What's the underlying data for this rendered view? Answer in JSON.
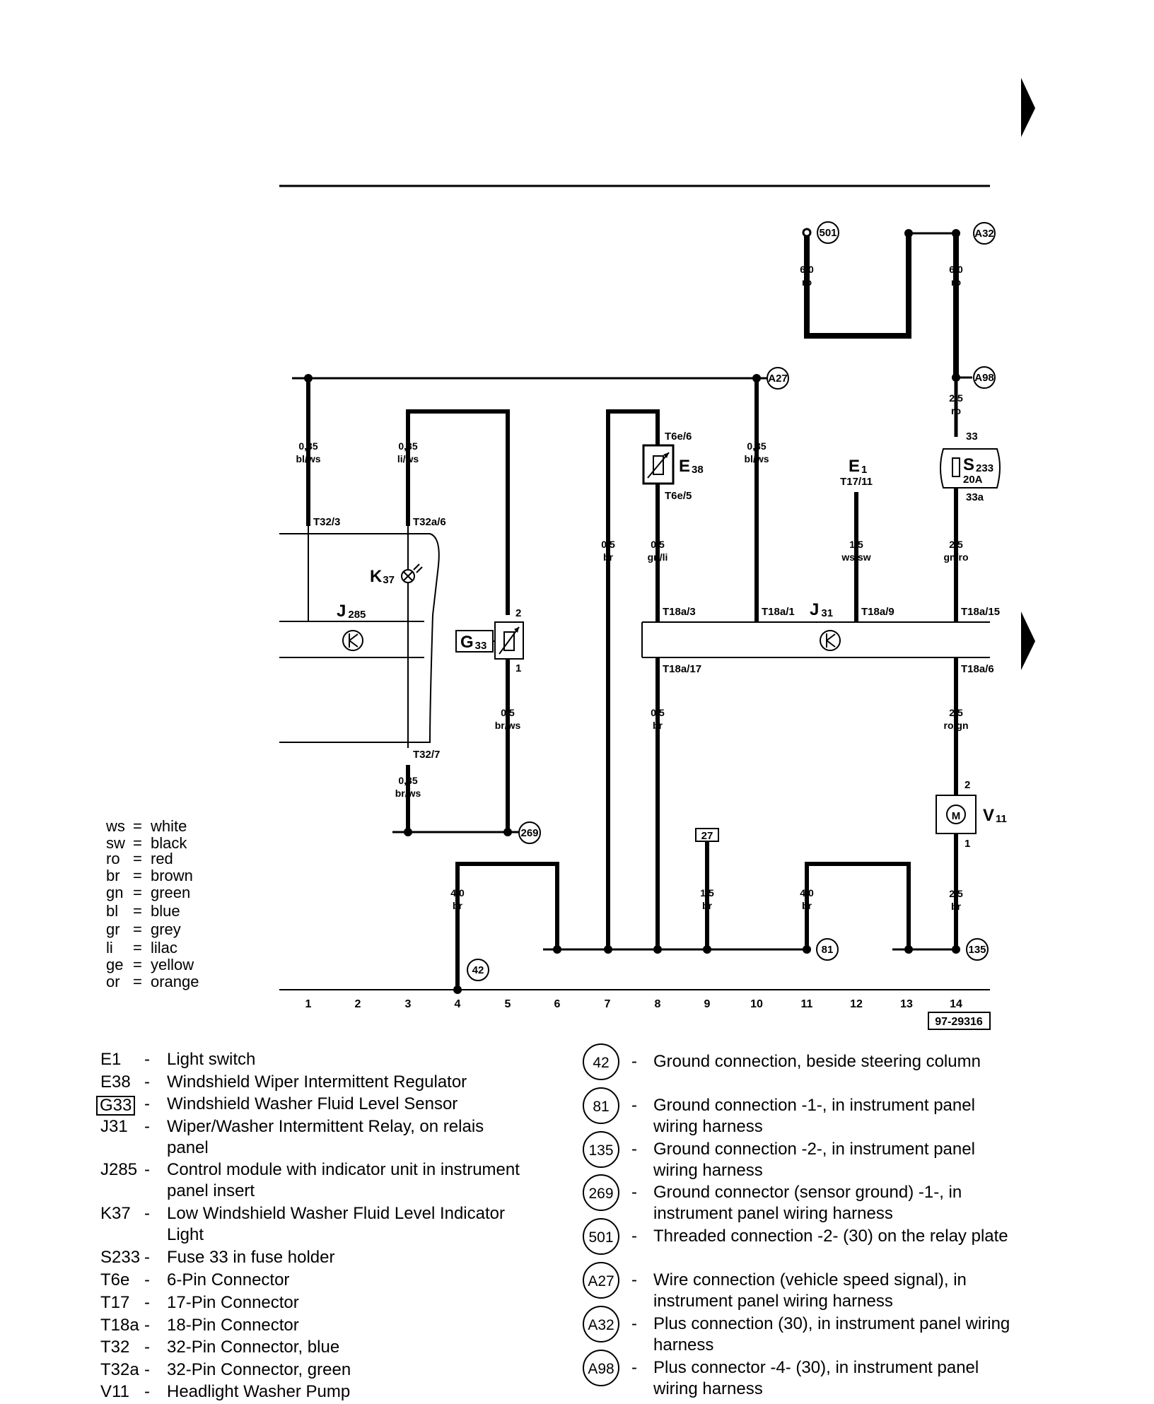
{
  "wires": {
    "w501": {
      "size": "6,0",
      "color": "ro"
    },
    "wA32": {
      "size": "6,0",
      "color": "ro"
    },
    "wA98": {
      "size": "2,5",
      "color": "ro"
    },
    "w1": {
      "size": "0,35",
      "color": "bl/ws"
    },
    "w3": {
      "size": "0,35",
      "color": "li/ws"
    },
    "w10": {
      "size": "0,35",
      "color": "bl/ws"
    },
    "w7": {
      "size": "0,5",
      "color": "br"
    },
    "w8top": {
      "size": "0,5",
      "color": "gn/li"
    },
    "w12": {
      "size": "1,5",
      "color": "ws/sw"
    },
    "w14top": {
      "size": "2,5",
      "color": "gn/ro"
    },
    "w5": {
      "size": "0,5",
      "color": "br/ws"
    },
    "w8bot": {
      "size": "0,5",
      "color": "br"
    },
    "w14mid": {
      "size": "2,5",
      "color": "ro/gn"
    },
    "w3bot": {
      "size": "0,35",
      "color": "br/ws"
    },
    "w4": {
      "size": "4,0",
      "color": "br"
    },
    "w9": {
      "size": "1,5",
      "color": "br"
    },
    "w11": {
      "size": "4,0",
      "color": "br"
    },
    "w14bot": {
      "size": "2,5",
      "color": "br"
    }
  },
  "pins": {
    "t32_3": "T32/3",
    "t32a_6": "T32a/6",
    "t32_7": "T32/7",
    "t6e_6": "T6e/6",
    "t6e_5": "T6e/5",
    "t18a_3": "T18a/3",
    "t18a_1": "T18a/1",
    "t18a_9": "T18a/9",
    "t18a_15": "T18a/15",
    "t18a_17": "T18a/17",
    "t18a_6": "T18a/6",
    "t17_11": "T17/11",
    "s233_in": "33",
    "s233_out": "33a",
    "g33_top": "2",
    "g33_bot": "1",
    "v11_top": "2",
    "v11_bot": "1"
  },
  "components": {
    "j285": {
      "letter": "J",
      "sub": "285"
    },
    "k37": {
      "letter": "K",
      "sub": "37"
    },
    "e38": {
      "letter": "E",
      "sub": "38"
    },
    "e1": {
      "letter": "E",
      "sub": "1"
    },
    "s233": {
      "letter": "S",
      "sub": "233",
      "rating": "20A"
    },
    "g33": {
      "letter": "G",
      "sub": "33"
    },
    "j31": {
      "letter": "J",
      "sub": "31"
    },
    "v11": {
      "letter": "V",
      "sub": "11",
      "symbol": "M"
    }
  },
  "ground_markers": {
    "g501": "501",
    "gA32": "A32",
    "gA27": "A27",
    "gA98": "A98",
    "g269": "269",
    "g42": "42",
    "g81": "81",
    "g135": "135",
    "ref27": "27"
  },
  "columns": [
    "1",
    "2",
    "3",
    "4",
    "5",
    "6",
    "7",
    "8",
    "9",
    "10",
    "11",
    "12",
    "13",
    "14"
  ],
  "figure_ref": "97-29316",
  "color_legend": [
    {
      "code": "ws",
      "eq": "=",
      "name": "white"
    },
    {
      "code": "sw",
      "eq": "=",
      "name": "black"
    },
    {
      "code": "ro",
      "eq": "=",
      "name": "red"
    },
    {
      "code": "br",
      "eq": "=",
      "name": "brown"
    },
    {
      "code": "gn",
      "eq": "=",
      "name": "green"
    },
    {
      "code": "bl",
      "eq": "=",
      "name": "blue"
    },
    {
      "code": "gr",
      "eq": "=",
      "name": "grey"
    },
    {
      "code": "li",
      "eq": "=",
      "name": "lilac"
    },
    {
      "code": "ge",
      "eq": "=",
      "name": "yellow"
    },
    {
      "code": "or",
      "eq": "=",
      "name": "orange"
    }
  ],
  "component_legend": [
    {
      "code": "E1",
      "dash": "-",
      "desc": "Light switch"
    },
    {
      "code": "E38",
      "dash": "-",
      "desc": "Windshield Wiper Intermittent Regulator"
    },
    {
      "code": "G33",
      "dash": "-",
      "desc": "Windshield Washer Fluid Level Sensor"
    },
    {
      "code": "J31",
      "dash": "-",
      "desc": "Wiper/Washer Intermittent Relay, on relais panel"
    },
    {
      "code": "J285",
      "dash": "-",
      "desc": "Control module with indicator unit in instrument panel insert"
    },
    {
      "code": "K37",
      "dash": "-",
      "desc": "Low Windshield Washer Fluid Level Indicator Light"
    },
    {
      "code": "S233",
      "dash": "-",
      "desc": "Fuse 33 in fuse holder"
    },
    {
      "code": "T6e",
      "dash": "-",
      "desc": "6-Pin Connector"
    },
    {
      "code": "T17",
      "dash": "-",
      "desc": "17-Pin Connector"
    },
    {
      "code": "T18a",
      "dash": "-",
      "desc": "18-Pin Connector"
    },
    {
      "code": "T32",
      "dash": "-",
      "desc": "32-Pin Connector, blue"
    },
    {
      "code": "T32a",
      "dash": "-",
      "desc": "32-Pin Connector, green"
    },
    {
      "code": "V11",
      "dash": "-",
      "desc": "Headlight Washer Pump"
    }
  ],
  "ground_legend": [
    {
      "code": "42",
      "dash": "-",
      "desc": "Ground connection, beside steering column"
    },
    {
      "code": "81",
      "dash": "-",
      "desc": "Ground connection -1-, in instrument panel wiring harness"
    },
    {
      "code": "135",
      "dash": "-",
      "desc": "Ground connection -2-, in instrument panel wiring harness"
    },
    {
      "code": "269",
      "dash": "-",
      "desc": "Ground connector (sensor ground) -1-, in instrument panel wiring harness"
    },
    {
      "code": "501",
      "dash": "-",
      "desc": "Threaded connection -2- (30) on the relay plate"
    },
    {
      "code": "A27",
      "dash": "-",
      "desc": "Wire connection (vehicle speed signal), in instrument panel wiring harness"
    },
    {
      "code": "A32",
      "dash": "-",
      "desc": "Plus connection (30), in instrument panel wiring harness"
    },
    {
      "code": "A98",
      "dash": "-",
      "desc": "Plus connector -4- (30), in instrument panel wiring harness"
    }
  ]
}
